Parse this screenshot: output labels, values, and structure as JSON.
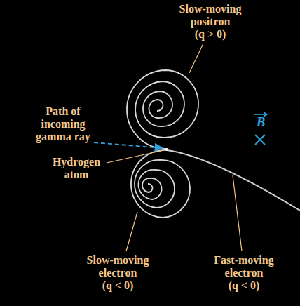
{
  "diagram": {
    "labels": [
      "Slow-moving positron",
      "(q > 0)",
      "Path of incoming gamma ray",
      "Hydrogen atom",
      "Slow-moving electron",
      "(q < 0)",
      "Fast-moving electron",
      "(q < 0)",
      "B"
    ]
  }
}
